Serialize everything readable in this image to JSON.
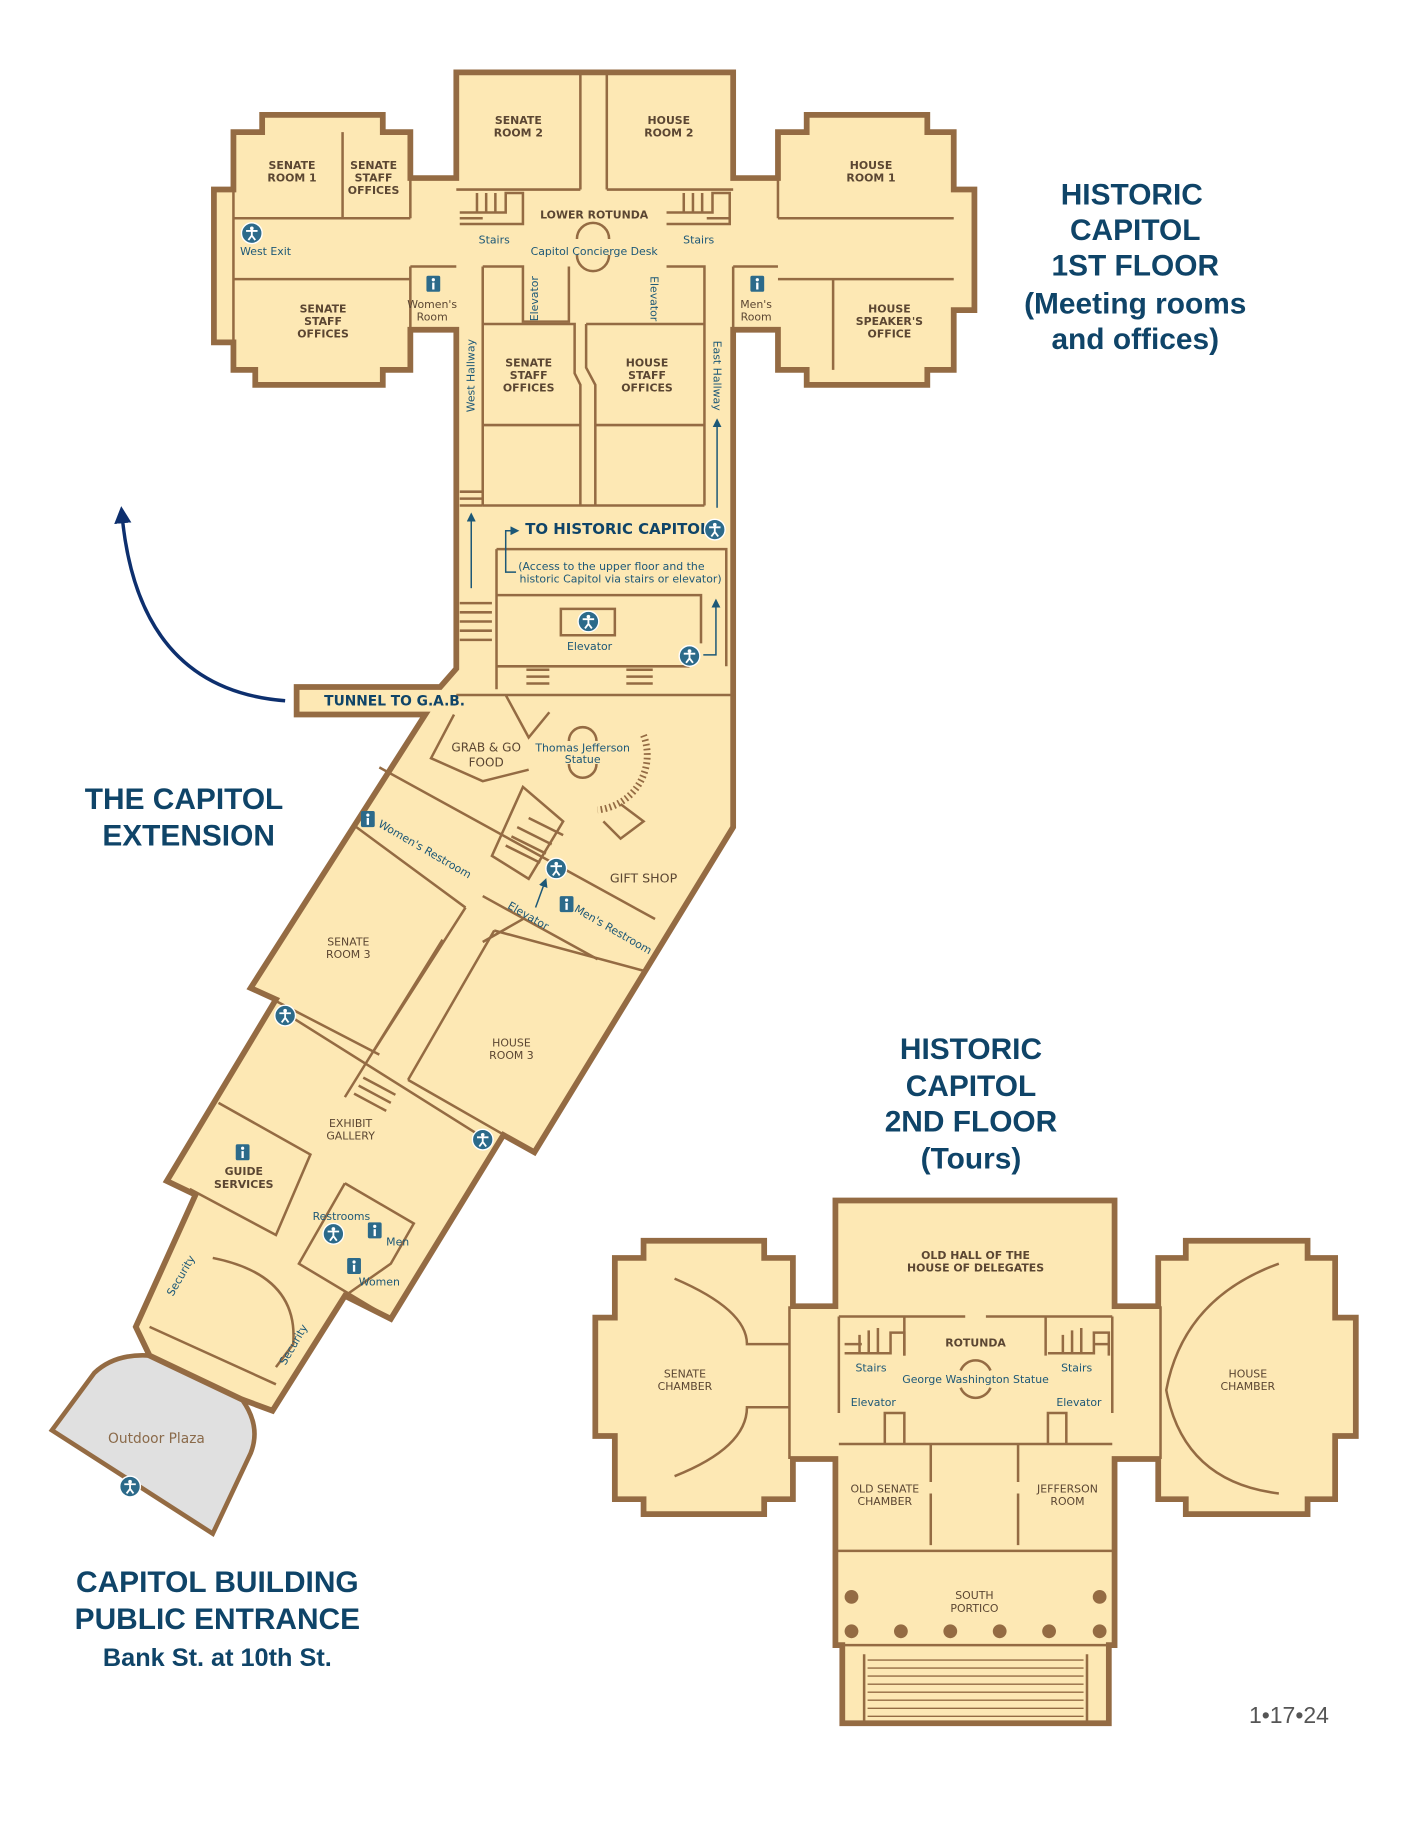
{
  "colors": {
    "floor": "#fde8b4",
    "wall": "#946b43",
    "label_blue": "#1d5877",
    "heading": "#0f4468",
    "plaza": "#e0e0e0"
  },
  "floor1": {
    "title": [
      "HISTORIC",
      "CAPITOL",
      "1ST FLOOR",
      "(Meeting rooms",
      "and offices)"
    ],
    "senate_room_2": [
      "SENATE",
      "ROOM 2"
    ],
    "house_room_2": [
      "HOUSE",
      "ROOM 2"
    ],
    "senate_room_1": [
      "SENATE",
      "ROOM 1"
    ],
    "senate_staff_offices_a": [
      "SENATE",
      "STAFF",
      "OFFICES"
    ],
    "house_room_1": [
      "HOUSE",
      "ROOM 1"
    ],
    "lower_rotunda": "LOWER ROTUNDA",
    "stairs_left": "Stairs",
    "stairs_right": "Stairs",
    "concierge": "Capitol Concierge Desk",
    "west_exit": "West Exit",
    "senate_staff_offices_b": [
      "SENATE",
      "STAFF",
      "OFFICES"
    ],
    "womens_room": [
      "Women's",
      "Room"
    ],
    "mens_room": [
      "Men's",
      "Room"
    ],
    "house_speakers_office": [
      "HOUSE",
      "SPEAKER'S",
      "OFFICE"
    ],
    "elevator_left": "Elevator",
    "elevator_right": "Elevator",
    "west_hallway": "West Hallway",
    "east_hallway": "East Hallway",
    "senate_staff_offices_c": [
      "SENATE",
      "STAFF",
      "OFFICES"
    ],
    "house_staff_offices": [
      "HOUSE",
      "STAFF",
      "OFFICES"
    ]
  },
  "extension": {
    "title": [
      "THE CAPITOL",
      "EXTENSION"
    ],
    "to_historic": "TO HISTORIC CAPITOL",
    "access_note": [
      "(Access to the upper floor and the",
      "historic Capitol via stairs or elevator)"
    ],
    "elevator": "Elevator",
    "tunnel": "TUNNEL TO G.A.B.",
    "grab_go": [
      "GRAB & GO",
      "FOOD"
    ],
    "statue": [
      "Thomas Jefferson",
      "Statue"
    ],
    "womens_restroom": "Women's Restroom",
    "gift_shop": "GIFT SHOP",
    "elevator2": "Elevator",
    "mens_restroom": "Men's Restroom",
    "senate_room_3": [
      "SENATE",
      "ROOM 3"
    ],
    "house_room_3": [
      "HOUSE",
      "ROOM 3"
    ],
    "exhibit_gallery": [
      "EXHIBIT",
      "GALLERY"
    ],
    "guide_services": [
      "GUIDE",
      "SERVICES"
    ],
    "restrooms": "Restrooms",
    "men": "Men",
    "women": "Women",
    "security_left": "Security",
    "security_right": "Security",
    "outdoor_plaza": "Outdoor Plaza"
  },
  "entrance": {
    "title": [
      "CAPITOL BUILDING",
      "PUBLIC ENTRANCE"
    ],
    "address": "Bank St. at 10th St."
  },
  "floor2": {
    "title": [
      "HISTORIC",
      "CAPITOL",
      "2ND FLOOR",
      "(Tours)"
    ],
    "old_hall": [
      "OLD HALL OF THE",
      "HOUSE OF DELEGATES"
    ],
    "rotunda": "ROTUNDA",
    "stairs_left": "Stairs",
    "stairs_right": "Stairs",
    "gw_statue": "George Washington Statue",
    "elevator_left": "Elevator",
    "elevator_right": "Elevator",
    "senate_chamber": [
      "SENATE",
      "CHAMBER"
    ],
    "house_chamber": [
      "HOUSE",
      "CHAMBER"
    ],
    "old_senate_chamber": [
      "OLD SENATE",
      "CHAMBER"
    ],
    "jefferson_room": [
      "JEFFERSON",
      "ROOM"
    ],
    "south_portico": [
      "SOUTH",
      "PORTICO"
    ]
  },
  "date": "1•17•24"
}
